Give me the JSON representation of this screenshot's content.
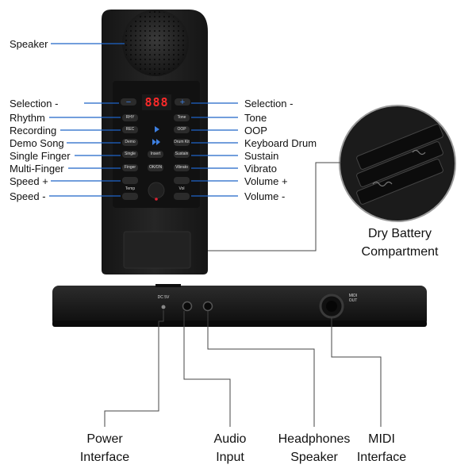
{
  "left_labels": [
    "Speaker",
    "Selection -",
    "Rhythm",
    "Recording",
    "Demo Song",
    "Single Finger",
    "Multi-Finger",
    "Speed +",
    "Speed -"
  ],
  "right_labels": [
    "Selection -",
    "Tone",
    "OOP",
    "Keyboard Drum",
    "Sustain",
    "Vibrato",
    "Volume +",
    "Volume -"
  ],
  "display_value": "888",
  "panel_button_texts": [
    "RHY",
    "Tone",
    "REC",
    "OOP",
    "Demo",
    "Drum Kit",
    "Single",
    "Insert",
    "Sustain",
    "Finger",
    "OK/ON",
    "Vibrato",
    "Temp",
    "Vol"
  ],
  "battery_label": [
    "Dry Battery",
    "Compartment"
  ],
  "side_panel_texts": [
    "DC 5V",
    "MIDI OUT"
  ],
  "bottom_labels": [
    [
      "Power",
      "Interface"
    ],
    [
      "Audio",
      "Input"
    ],
    [
      "Headphones",
      "Speaker"
    ],
    [
      "MIDI",
      "Interface"
    ]
  ],
  "colors": {
    "callout_line": "#1f64c8",
    "device_body": "#1b1b1b"
  }
}
